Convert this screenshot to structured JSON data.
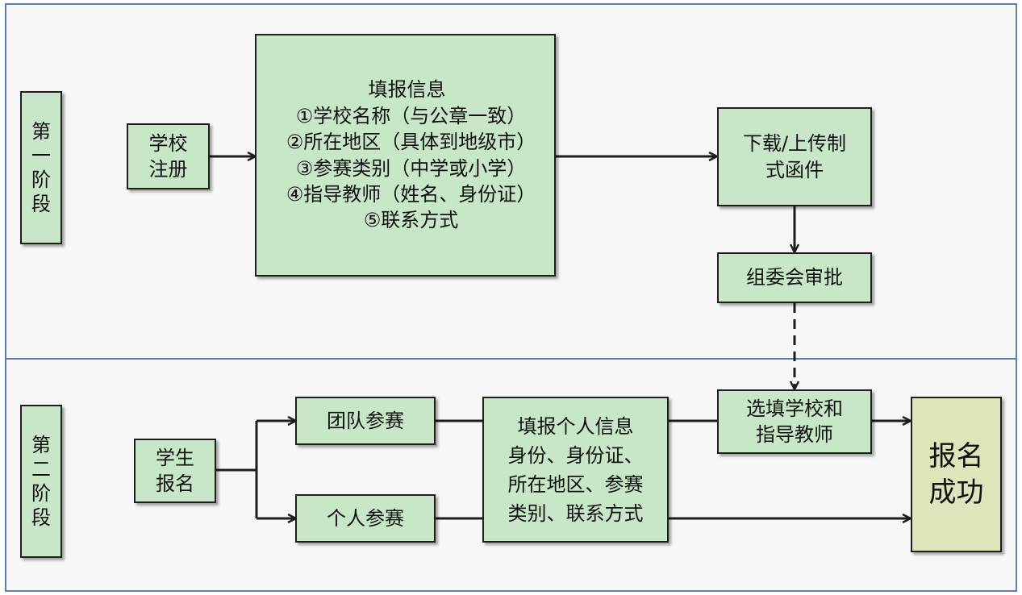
{
  "stage1": {
    "label": [
      "第",
      "一",
      "阶",
      "段"
    ],
    "school_register": [
      "学校",
      "注册"
    ],
    "info_box": {
      "title": "填报信息",
      "items": [
        "①学校名称（与公章一致）",
        "②所在地区（具体到地级市）",
        "③参赛类别（中学或小学）",
        "④指导教师（姓名、身份证）",
        "⑤联系方式"
      ]
    },
    "download_upload": [
      "下载/上传制",
      "式函件"
    ],
    "committee_approval": "组委会审批"
  },
  "stage2": {
    "label": [
      "第",
      "二",
      "阶",
      "段"
    ],
    "student_register": [
      "学生",
      "报名"
    ],
    "team_entry": "团队参赛",
    "individual_entry": "个人参赛",
    "personal_info": [
      "填报个人信息",
      "身份、身份证、",
      "所在地区、参赛",
      "类别、联系方式"
    ],
    "select_school_teacher": [
      "选填学校和",
      "指导教师"
    ],
    "success": [
      "报名",
      "成功"
    ]
  },
  "colors": {
    "box_fill": "#c8e6c8",
    "success_fill": "#dfe5bb",
    "panel_border": "#5b7fb0",
    "line": "#1e1e1e"
  }
}
